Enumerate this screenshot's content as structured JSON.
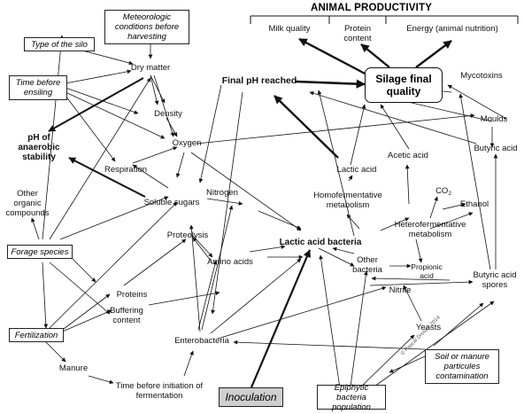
{
  "header": {
    "title": "ANIMAL PRODUCTIVITY",
    "outcomes": [
      "Milk quality",
      "Protein content",
      "Energy (animal nutrition)"
    ]
  },
  "boxes": {
    "meteo": "Meteorologic conditions before harvesting",
    "silo": "Type of the silo",
    "time_ensiling": "Time before ensiling",
    "forage": "Forage species",
    "fertilization": "Fertilization",
    "inoculation": "Inoculation",
    "epiphytic": "Epiphytic bacteria population",
    "soil": "Soil or manure particules contamination",
    "silage_quality": "Silage final quality"
  },
  "nodes": {
    "dry_matter": "Dry matter",
    "density": "Density",
    "oxygen": "Oxygen",
    "respiration": "Respiration",
    "soluble_sugars": "Soluble sugars",
    "ph_anaerobic": "pH of anaerobic stability",
    "other_organic": "Other organic compounds",
    "proteins": "Proteins",
    "buffering": "Buffering content",
    "manure": "Manure",
    "time_fermentation": "Time before initiation of fermentation",
    "enterobacteria": "Enterobacteria",
    "proteolysis": "Proteolysis",
    "amino_acids": "Amino acids",
    "nitrogen": "Nitrogen",
    "lab": "Lactic acid bacteria",
    "final_ph": "Final pH reached",
    "homofermentative": "Homofermentative metabolism",
    "heterofermentative": "Heterofermentative metabolism",
    "lactic_acid": "Lactic acid",
    "acetic_acid": "Acetic acid",
    "co2_base": "CO",
    "co2_sub": "2",
    "ethanol": "Ethanol",
    "butyric_acid": "Butyric acid",
    "mycotoxins": "Mycotoxins",
    "moulds": "Moulds",
    "other_bacteria": "Other bacteria",
    "propionic": "Propionic acid",
    "nitrite": "Nitrite",
    "butyric_spores": "Butyric acid spores",
    "yeasts": "Yeasts",
    "copyright": "© Pascal Drouin, 2014"
  }
}
